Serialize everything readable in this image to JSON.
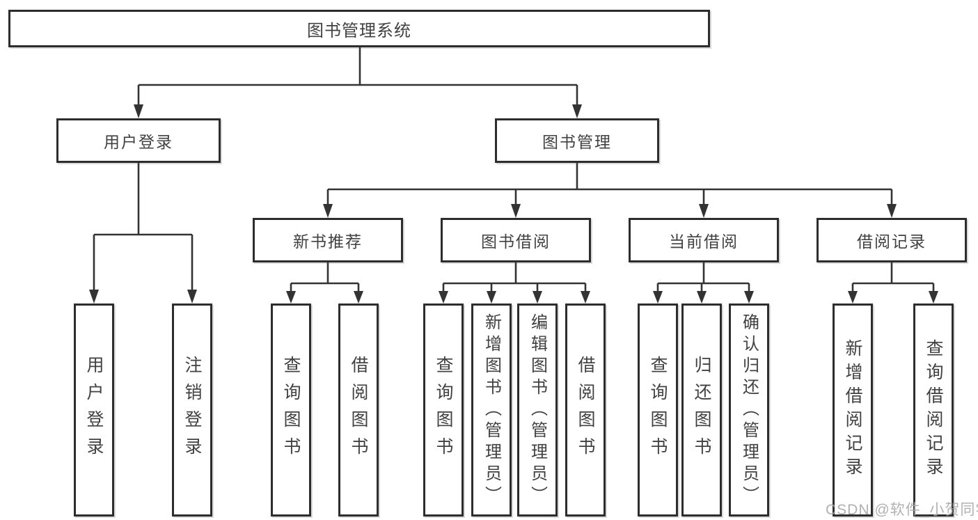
{
  "diagram": {
    "watermark": "CSDN @软件_小贺同学",
    "colors": {
      "background": "#ffffff",
      "box_border": "#2d2d2d",
      "connector_line": "#333333",
      "text": "#414141",
      "watermark_text": "#a8a8a8"
    },
    "nodes": {
      "root": {
        "label": "图书管理系统"
      },
      "login": {
        "label": "用户登录"
      },
      "manage": {
        "label": "图书管理"
      },
      "newbook": {
        "label": "新书推荐"
      },
      "borrow": {
        "label": "图书借阅"
      },
      "current": {
        "label": "当前借阅"
      },
      "records": {
        "label": "借阅记录"
      },
      "login_user": {
        "label": "用户登录"
      },
      "login_logout": {
        "label": "注销登录"
      },
      "newbook_query": {
        "label": "查询图书"
      },
      "newbook_borrow": {
        "label": "借阅图书"
      },
      "borrow_query": {
        "label": "查询图书"
      },
      "borrow_add": {
        "label": "新增图书（管理员）"
      },
      "borrow_edit": {
        "label": "编辑图书（管理员）"
      },
      "borrow_borrow": {
        "label": "借阅图书"
      },
      "current_query": {
        "label": "查询图书"
      },
      "current_return": {
        "label": "归还图书"
      },
      "current_confirm": {
        "label": "确认归还（管理员）"
      },
      "records_add": {
        "label": "新增借阅记录"
      },
      "records_query": {
        "label": "查询借阅记录"
      }
    }
  }
}
